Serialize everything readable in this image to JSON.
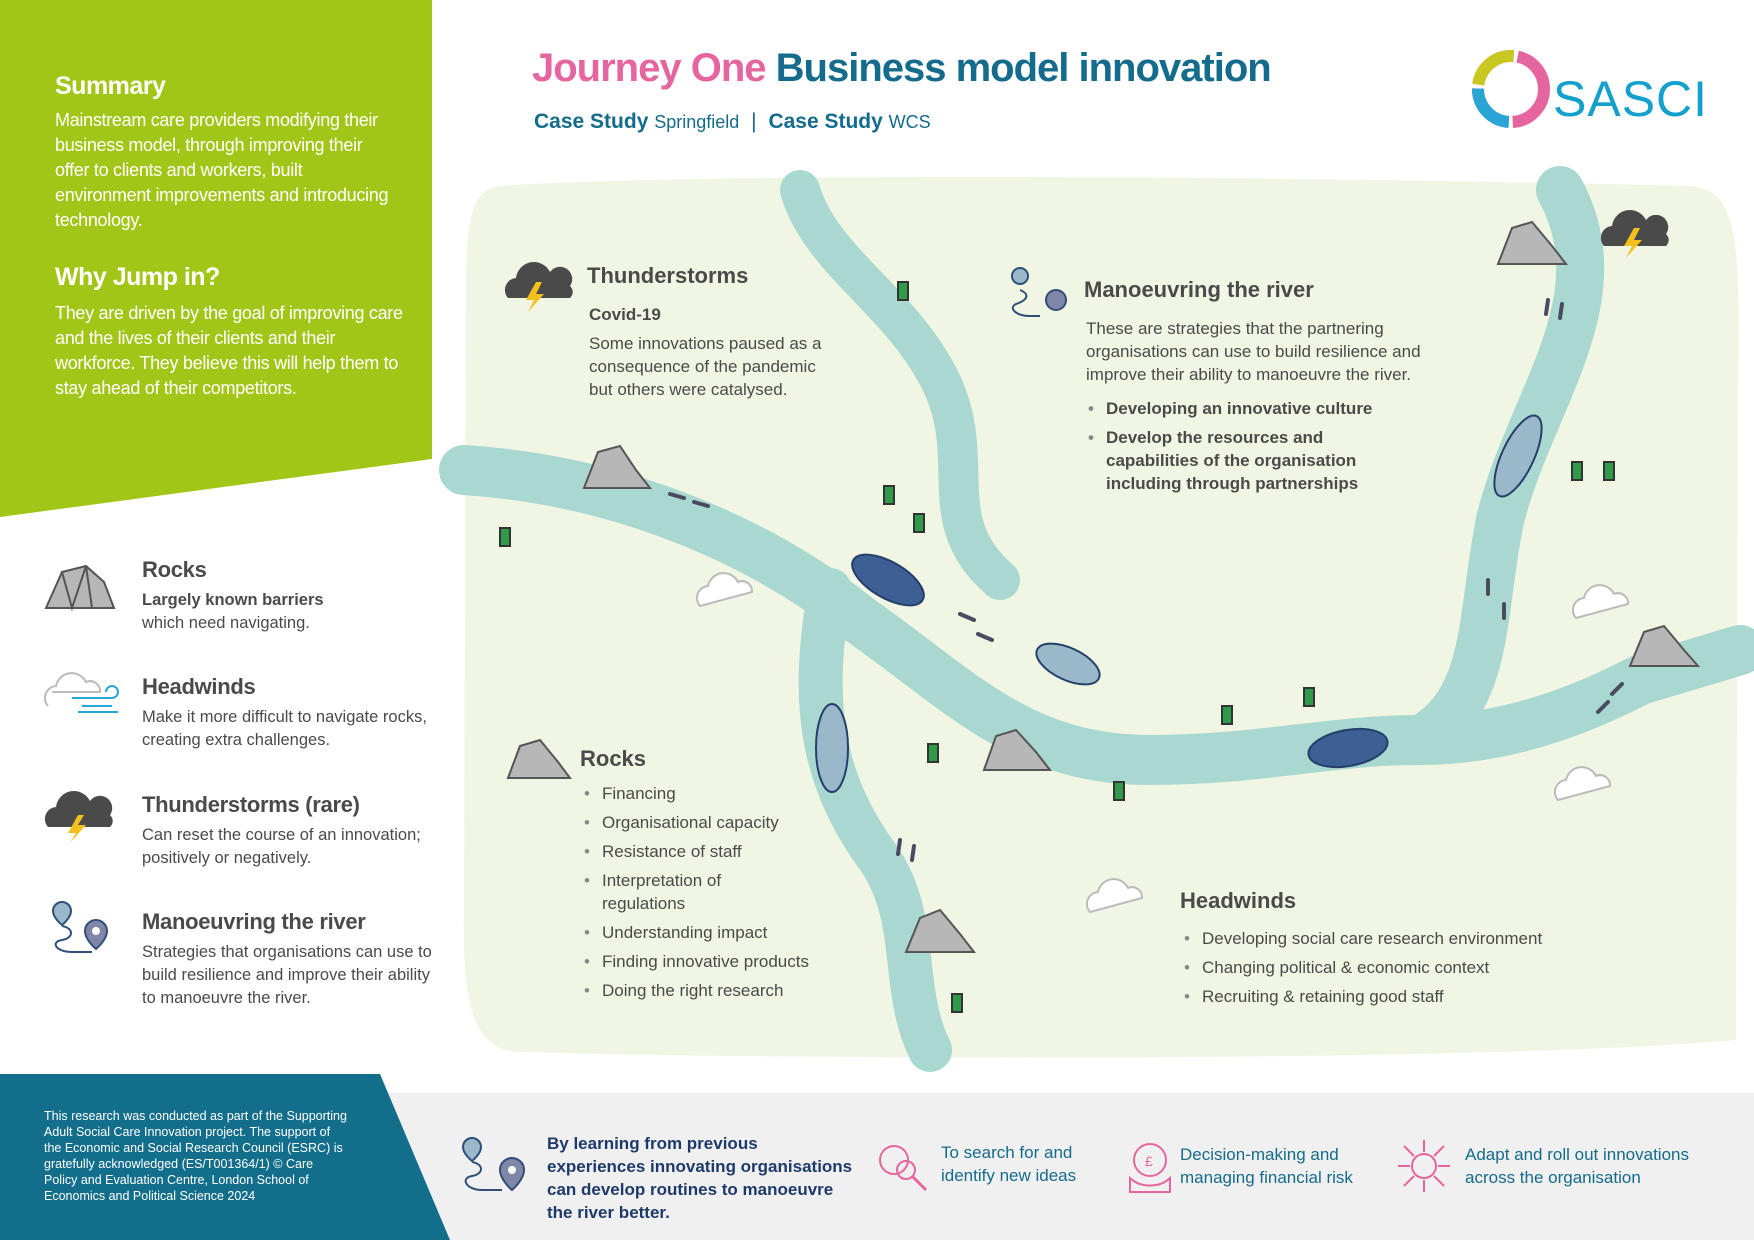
{
  "header": {
    "title_part1": "Journey One",
    "title_part2": "Business model innovation",
    "case1_label": "Case Study",
    "case1_name": "Springfield",
    "separator": "|",
    "case2_label": "Case Study",
    "case2_name": "WCS",
    "logo_text": "SASCI"
  },
  "sidebar": {
    "summary_heading": "Summary",
    "summary_text": "Mainstream care providers modifying their business model, through improving their offer to clients and workers, built environment improvements and introducing technology.",
    "why_heading": "Why Jump in?",
    "why_text": "They are driven by the goal of improving care and the lives of their clients and their workforce. They believe this will help them to stay ahead of their competitors.",
    "legend": [
      {
        "icon": "rock-icon",
        "title": "Rocks",
        "bold": "Largely known barriers",
        "text": "which need navigating."
      },
      {
        "icon": "headwind-icon",
        "title": "Headwinds",
        "text": "Make it more difficult to navigate rocks, creating extra challenges."
      },
      {
        "icon": "thunderstorm-icon",
        "title": "Thunderstorms (rare)",
        "text": "Can reset the course of an innovation; positively or negatively."
      },
      {
        "icon": "route-icon",
        "title": "Manoeuvring the river",
        "text": "Strategies that organisations can use to build resilience and improve their ability to manoeuvre the river."
      }
    ]
  },
  "map": {
    "thunderstorms": {
      "title": "Thunderstorms",
      "subtitle": "Covid-19",
      "text": "Some innovations paused as a consequence of the pandemic but others were catalysed."
    },
    "manoeuvring": {
      "title": "Manoeuvring the river",
      "text": "These are strategies that the partnering organisations can use to build resilience and improve their ability to manoeuvre the river.",
      "bullets": [
        "Developing an innovative culture",
        "Develop the resources and capabilities of the organisation including through partnerships"
      ]
    },
    "rocks": {
      "title": "Rocks",
      "bullets": [
        "Financing",
        "Organisational capacity",
        "Resistance of staff",
        "Interpretation of regulations",
        "Understanding impact",
        "Finding innovative products",
        "Doing the right research"
      ]
    },
    "headwinds": {
      "title": "Headwinds",
      "bullets": [
        "Developing social care research environment",
        "Changing political & economic context",
        "Recruiting & retaining good staff"
      ]
    }
  },
  "footer": {
    "credit": "This research was conducted as part of the Supporting Adult Social Care Innovation project. The support of the Economic and Social Research Council (ESRC) is gratefully acknowledged (ES/T001364/1) © Care Policy and Evaluation Centre, London School of Economics and Political Science 2024",
    "learning": "By learning from previous experiences innovating organisations can develop routines to manoeuvre the river better.",
    "items": [
      "To search for and identify new ideas",
      "Decision-making and managing financial risk",
      "Adapt and roll out innovations across the organisation"
    ]
  },
  "colors": {
    "green": "#a2c617",
    "teal": "#146b8b",
    "pink": "#e5669f",
    "river": "#a9d8d1",
    "land": "#f1f5e4"
  }
}
